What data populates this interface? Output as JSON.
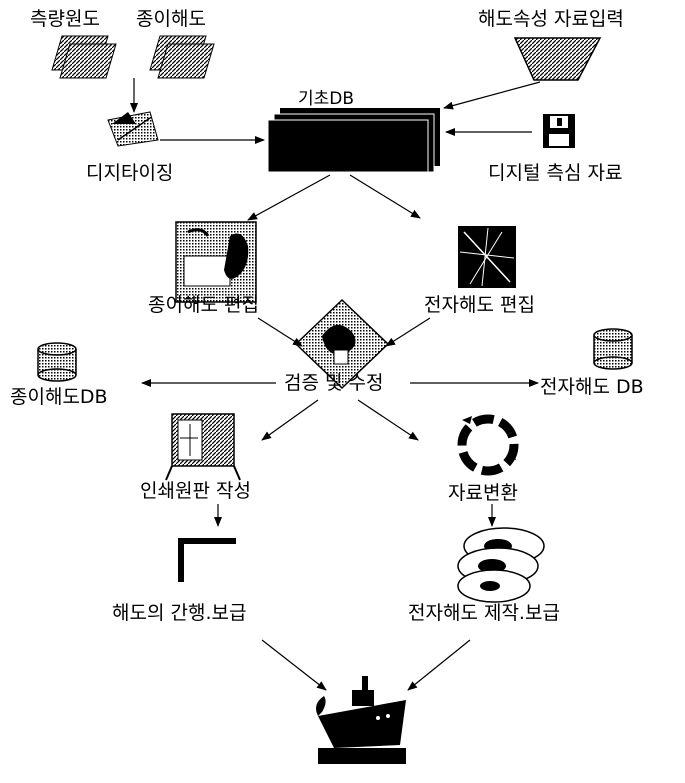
{
  "labels": {
    "survey_drawing": "측량원도",
    "paper_chart_src": "종이해도",
    "chart_attr_input": "해도속성 자료입력",
    "base_db": "기초DB",
    "digitizing": "디지타이징",
    "digital_sounding": "디지털 측심 자료",
    "paper_chart_edit": "종이해도 편집",
    "enc_edit": "전자해도 편집",
    "verify_fix": "검증 및 수정",
    "paper_chart_db": "종이해도DB",
    "enc_db": "전자해도 DB",
    "print_plate": "인쇄원판 작성",
    "data_convert": "자료변환",
    "chart_publish": "해도의 간행.보급",
    "enc_produce": "전자해도 제작.보급"
  }
}
